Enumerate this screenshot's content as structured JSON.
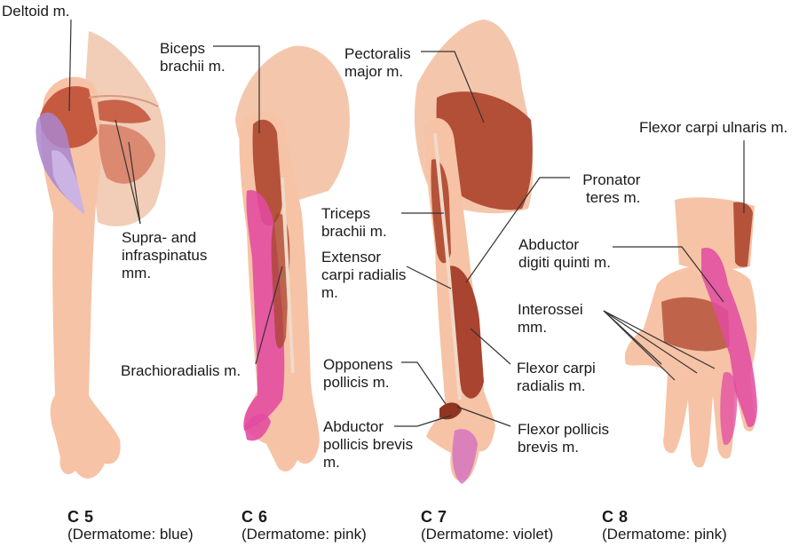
{
  "panels": [
    {
      "segment": "C 5",
      "dermatome": "(Dermatome: blue)",
      "labels": [
        {
          "lines": [
            "Deltoid m."
          ]
        },
        {
          "lines": [
            "Supra- and",
            "infraspinatus",
            "mm."
          ]
        }
      ]
    },
    {
      "segment": "C 6",
      "dermatome": "(Dermatome: pink)",
      "labels": [
        {
          "lines": [
            "Biceps",
            "brachii m."
          ]
        },
        {
          "lines": [
            "Brachioradialis m."
          ]
        }
      ]
    },
    {
      "segment": "C 7",
      "dermatome": "(Dermatome: violet)",
      "labels": [
        {
          "lines": [
            "Pectoralis",
            "major m."
          ]
        },
        {
          "lines": [
            "Pronator",
            "teres m."
          ]
        },
        {
          "lines": [
            "Triceps",
            "brachii m."
          ]
        },
        {
          "lines": [
            "Extensor",
            "carpi radialis",
            "m."
          ]
        },
        {
          "lines": [
            "Opponens",
            "pollicis m."
          ]
        },
        {
          "lines": [
            "Flexor carpi",
            "radialis m."
          ]
        },
        {
          "lines": [
            "Abductor",
            "pollicis brevis",
            "m."
          ]
        },
        {
          "lines": [
            "Flexor pollicis",
            "brevis m."
          ]
        }
      ]
    },
    {
      "segment": "C 8",
      "dermatome": "(Dermatome: pink)",
      "labels": [
        {
          "lines": [
            "Flexor carpi ulnaris m."
          ]
        },
        {
          "lines": [
            "Abductor",
            "digiti quinti m."
          ]
        },
        {
          "lines": [
            "Interossei",
            "mm."
          ]
        }
      ]
    }
  ],
  "colors": {
    "skin": "#f6c3a6",
    "skin_shade": "#eaa98a",
    "muscle": "#b5533a",
    "muscle_light": "#d77a5f",
    "dermatome_blue": "#9a7fc8",
    "dermatome_pink": "#e24aa1",
    "dermatome_violet": "#c77ab8",
    "leader": "#333333"
  }
}
